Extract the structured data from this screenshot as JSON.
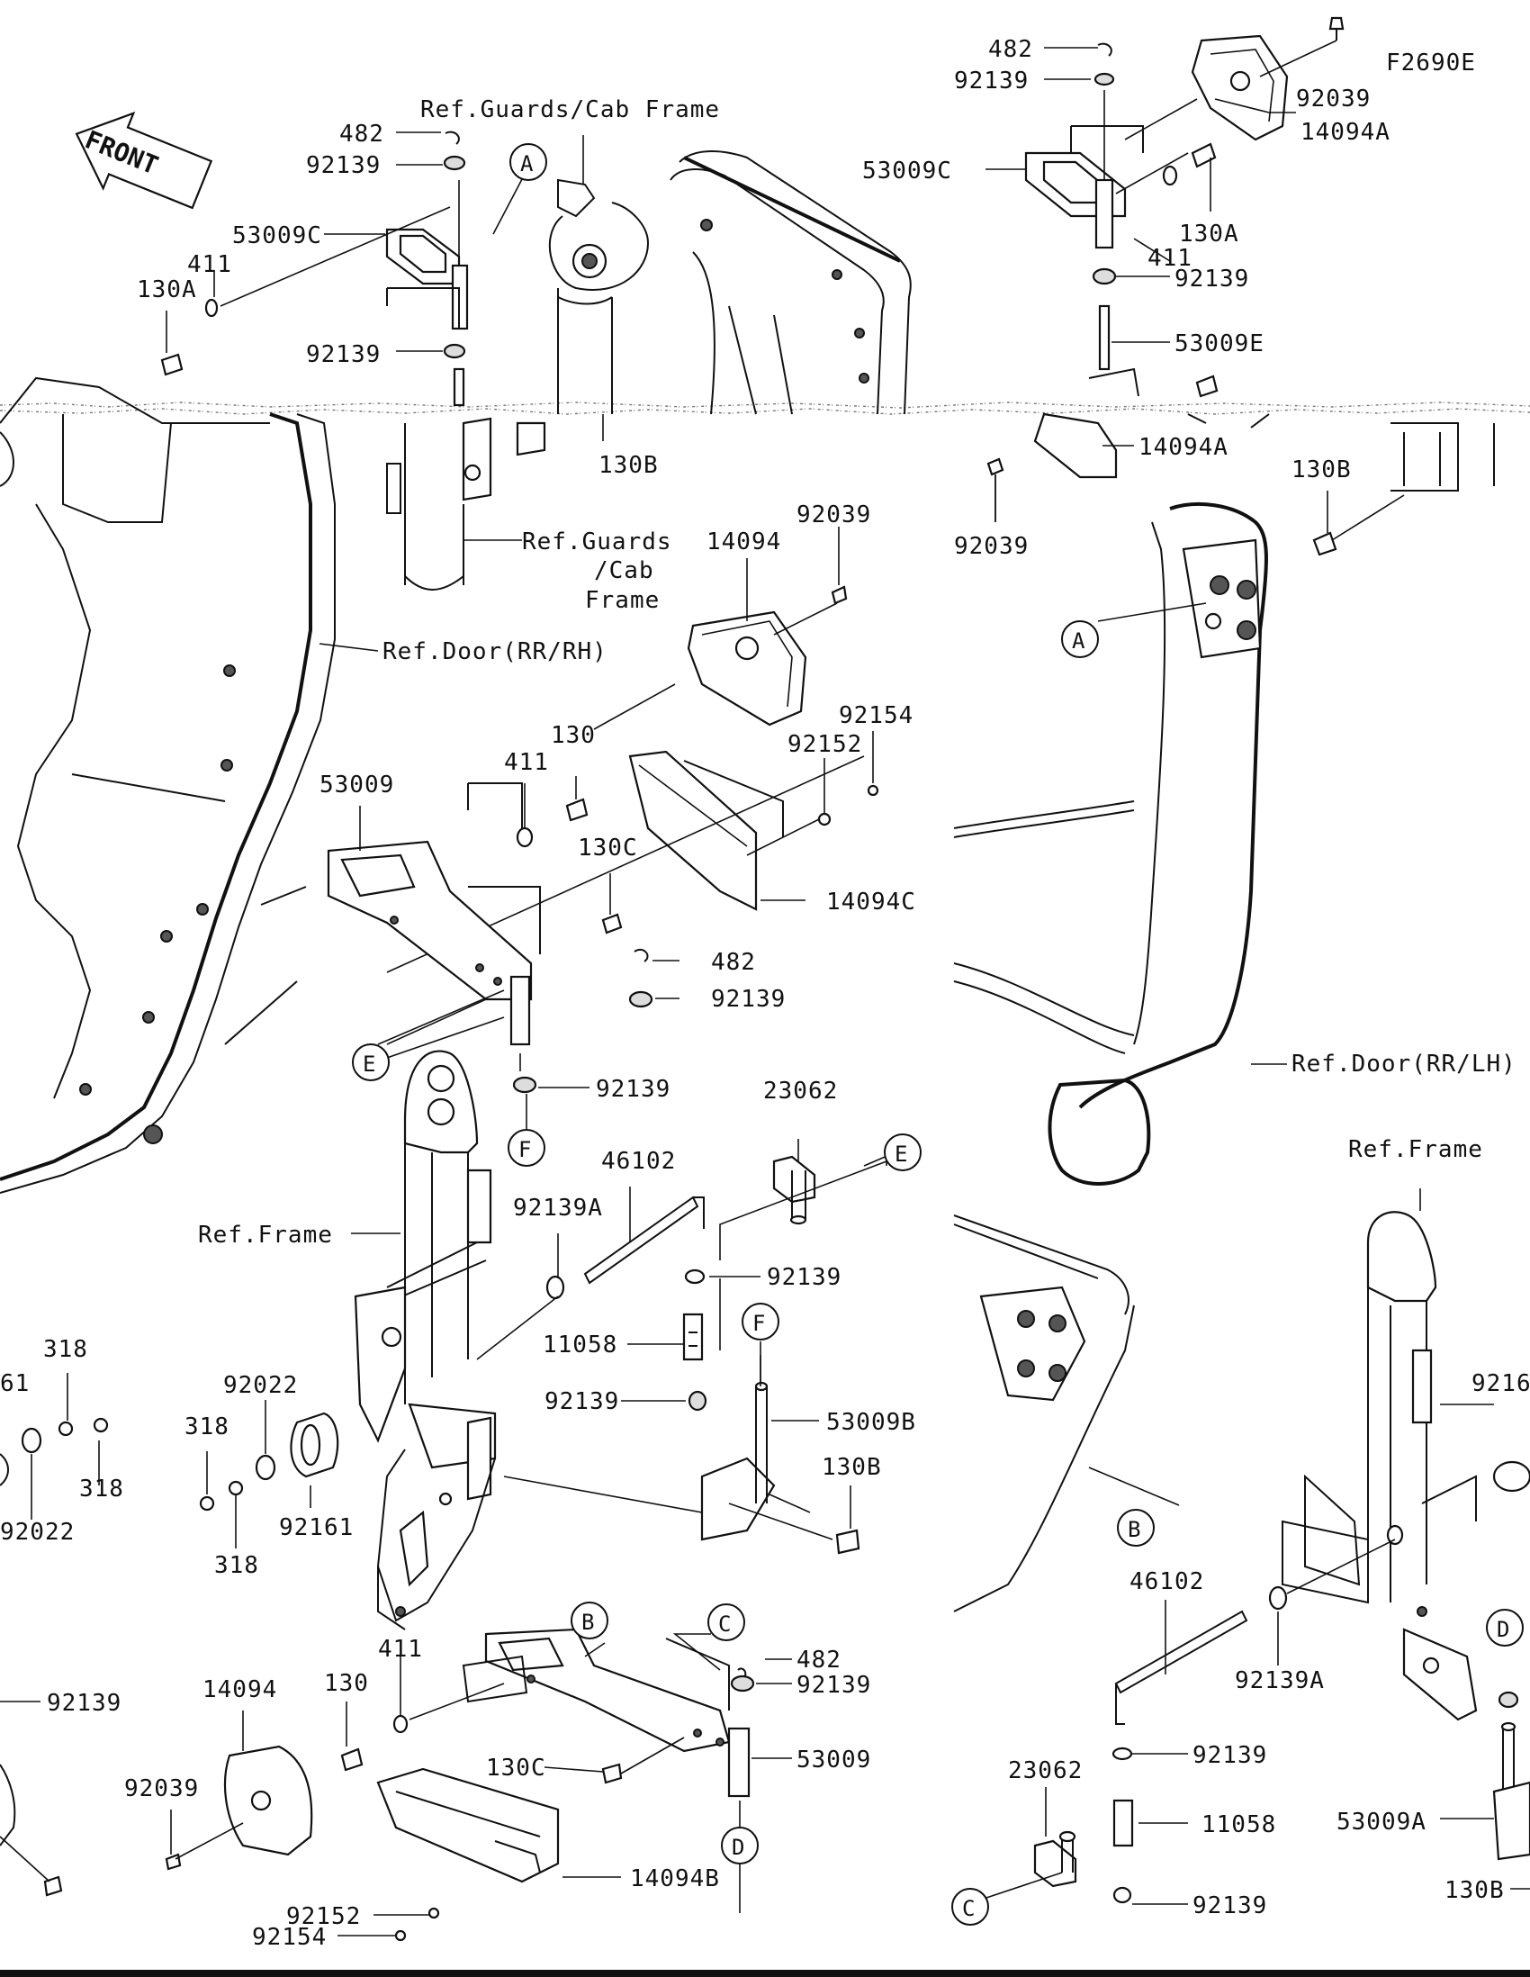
{
  "diagram_code": "F2690E",
  "front_label": "FRONT",
  "labels": {
    "l482_top": "482",
    "l92139_top": "92139",
    "l92039_top": "92039",
    "l14094A_top": "14094A",
    "l53009C_right": "53009C",
    "l130A_right": "130A",
    "l411_right": "411",
    "l92139_right": "92139",
    "l53009E": "53009E",
    "l14094A_mid": "14094A",
    "l92039_mid": "92039",
    "l130B_right": "130B",
    "ref_guards_top": "Ref.Guards/Cab Frame",
    "l482_left": "482",
    "l92139_left": "92139",
    "l53009C_left": "53009C",
    "l411_left": "411",
    "l130A_left": "130A",
    "l92139_left2": "92139",
    "l130B_mid": "130B",
    "ref_guards_mid_1": "Ref.Guards",
    "ref_guards_mid_2": "/Cab",
    "ref_guards_mid_3": "Frame",
    "ref_door_rh": "Ref.Door(RR/RH)",
    "l14094_mid": "14094",
    "l92039_center": "92039",
    "l130_mid": "130",
    "l92154_mid": "92154",
    "l92152_mid": "92152",
    "l53009_mid": "53009",
    "l411_mid": "411",
    "l130C_mid": "130C",
    "l14094C": "14094C",
    "l482_mid": "482",
    "l92139_mid": "92139",
    "l92139_F": "92139",
    "ref_door_lh": "Ref.Door(RR/LH)",
    "l23062_mid": "23062",
    "l46102_mid": "46102",
    "l92139A_mid": "92139A",
    "ref_frame_left": "Ref.Frame",
    "l92139_hinge": "92139",
    "l11058_mid": "11058",
    "l92139_hinge2": "92139",
    "l53009B": "53009B",
    "l130B_low": "130B",
    "ref_frame_right": "Ref.Frame",
    "l318_a": "318",
    "l61_edge": "61",
    "l92022_left": "92022",
    "l318_b": "318",
    "l92022_mid": "92022",
    "l318_c": "318",
    "l318_d": "318",
    "l92161": "92161",
    "l9216_edge": "9216",
    "l92139_edge": "92139",
    "l14094_low": "14094",
    "l130_low": "130",
    "l411_low": "411",
    "l482_low": "482",
    "l92139_low": "92139",
    "l130C_low": "130C",
    "l53009_low": "53009",
    "l92039_low": "92039",
    "l14094B": "14094B",
    "l92152_low": "92152",
    "l92154_low": "92154",
    "l46102_right": "46102",
    "l92139A_right": "92139A",
    "l92139_rh1": "92139",
    "l23062_right": "23062",
    "l11058_right": "11058",
    "l53009A": "53009A",
    "l92139_rh2": "92139",
    "l130B_right_low": "130B"
  },
  "callouts": {
    "A": "A",
    "B": "B",
    "C": "C",
    "D": "D",
    "E": "E",
    "F": "F"
  }
}
